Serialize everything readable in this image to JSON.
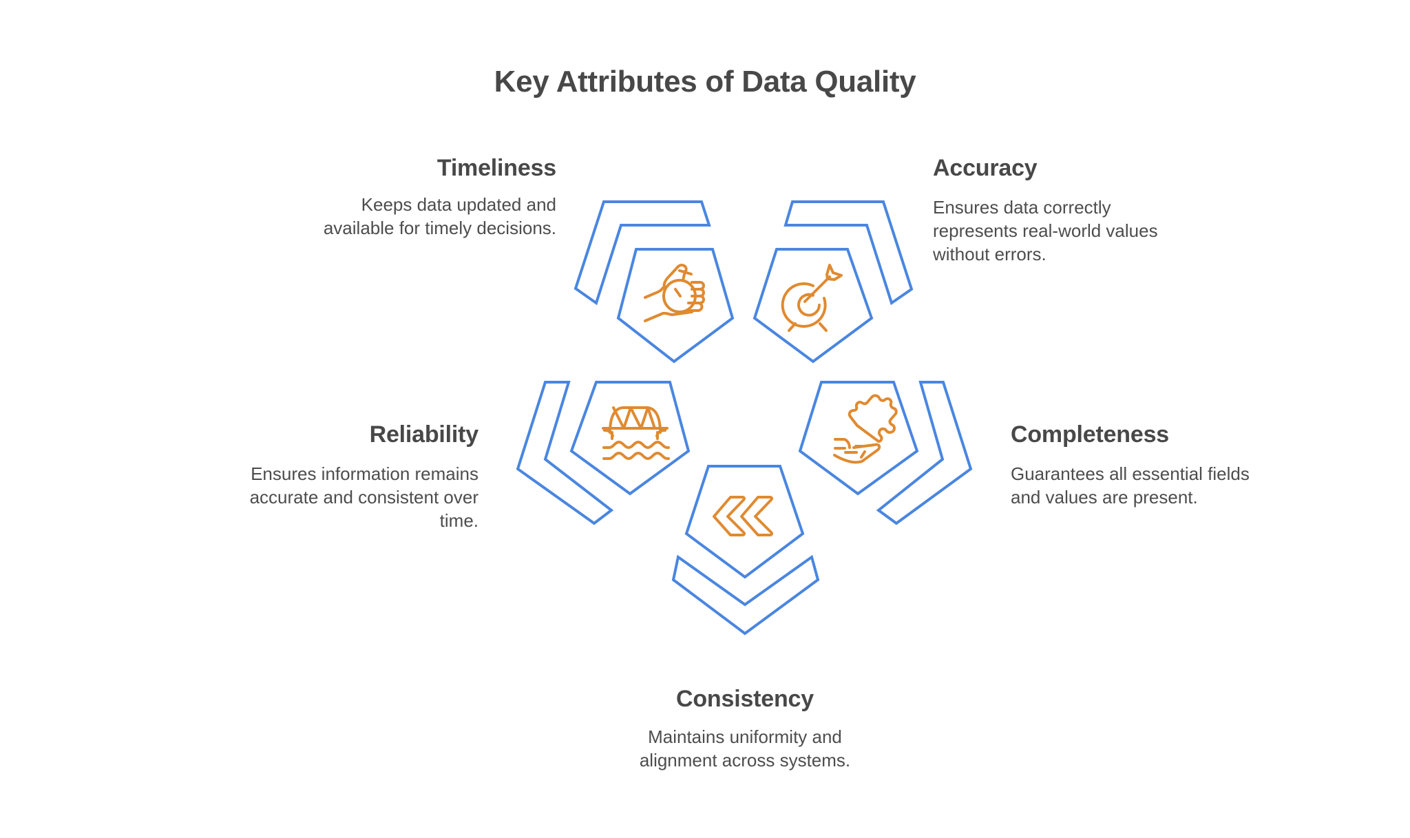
{
  "title": "Key Attributes of Data Quality",
  "colors": {
    "outline": "#4a86e0",
    "icon": "#e08a30",
    "heading_text": "#484848",
    "body_text": "#4d4d4d",
    "background": "#ffffff"
  },
  "attributes": [
    {
      "key": "timeliness",
      "heading": "Timeliness",
      "description_lines": [
        "Keeps data updated and",
        "available for timely decisions."
      ],
      "icon": "hand-stopwatch-icon"
    },
    {
      "key": "accuracy",
      "heading": "Accuracy",
      "description_lines": [
        "Ensures data correctly",
        "represents real-world values",
        "without errors."
      ],
      "icon": "target-arrow-icon"
    },
    {
      "key": "reliability",
      "heading": "Reliability",
      "description_lines": [
        "Ensures information remains",
        "accurate and consistent over",
        "time."
      ],
      "icon": "bridge-water-icon"
    },
    {
      "key": "completeness",
      "heading": "Completeness",
      "description_lines": [
        "Guarantees all essential fields",
        "and values are present."
      ],
      "icon": "hand-puzzle-piece-icon"
    },
    {
      "key": "consistency",
      "heading": "Consistency",
      "description_lines": [
        "Maintains uniformity and",
        "alignment across systems."
      ],
      "icon": "double-chevron-left-icon"
    }
  ]
}
